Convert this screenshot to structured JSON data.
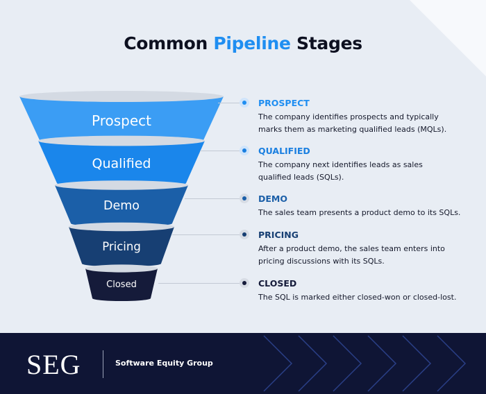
{
  "title": {
    "part1": "Common ",
    "accent": "Pipeline",
    "part2": " Stages"
  },
  "colors": {
    "background": "#e8edf4",
    "corner": "#f7f9fc",
    "title_accent": "#1f8ef1",
    "footer_bg": "#0f1535",
    "rim": "#d4dae3"
  },
  "stages": [
    {
      "id": "prospect",
      "label": "Prospect",
      "heading": "PROSPECT",
      "lines": [
        "The company identifies prospects and typically",
        "marks them as marketing qualified leads (MQLs)."
      ],
      "color": "#3b9df4",
      "accent": "#1f8ef1"
    },
    {
      "id": "qualified",
      "label": "Qualified",
      "heading": "QUALIFIED",
      "lines": [
        "The company next identifies leads as sales",
        "qualified leads (SQLs)."
      ],
      "color": "#1a86eb",
      "accent": "#1a7fe0"
    },
    {
      "id": "demo",
      "label": "Demo",
      "heading": "DEMO",
      "lines": [
        "The sales team presents a product demo to its SQLs."
      ],
      "color": "#1b5fa8",
      "accent": "#1b5fa8"
    },
    {
      "id": "pricing",
      "label": "Pricing",
      "heading": "PRICING",
      "lines": [
        "After a product demo, the sales team enters into",
        "pricing discussions with its SQLs."
      ],
      "color": "#173f73",
      "accent": "#173f73"
    },
    {
      "id": "closed",
      "label": "Closed",
      "heading": "CLOSED",
      "lines": [
        "The SQL is marked either closed-won or closed-lost."
      ],
      "color": "#151b3a",
      "accent": "#151b3a"
    }
  ],
  "footer": {
    "logo": "SEG",
    "company": "Software Equity Group"
  }
}
